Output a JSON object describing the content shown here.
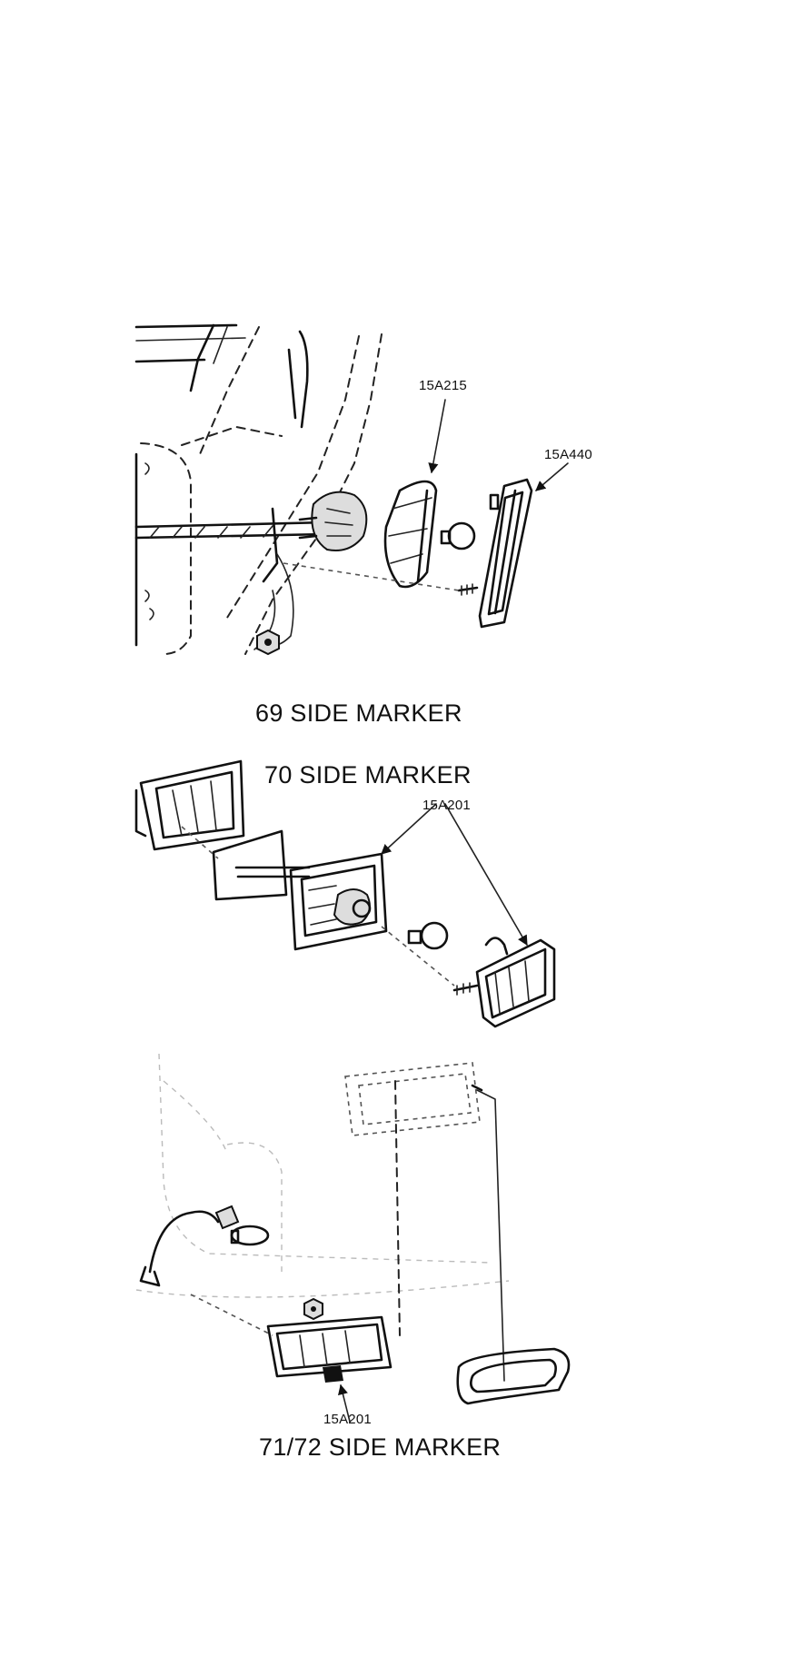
{
  "figures": [
    {
      "caption": "69 SIDE MARKER",
      "part_labels": [
        "15A215",
        "15A440"
      ]
    },
    {
      "caption": "70 SIDE MARKER",
      "part_labels": [
        "15A201"
      ]
    },
    {
      "caption": "71/72 SIDE MARKER",
      "part_labels": [
        "15A201"
      ]
    }
  ]
}
